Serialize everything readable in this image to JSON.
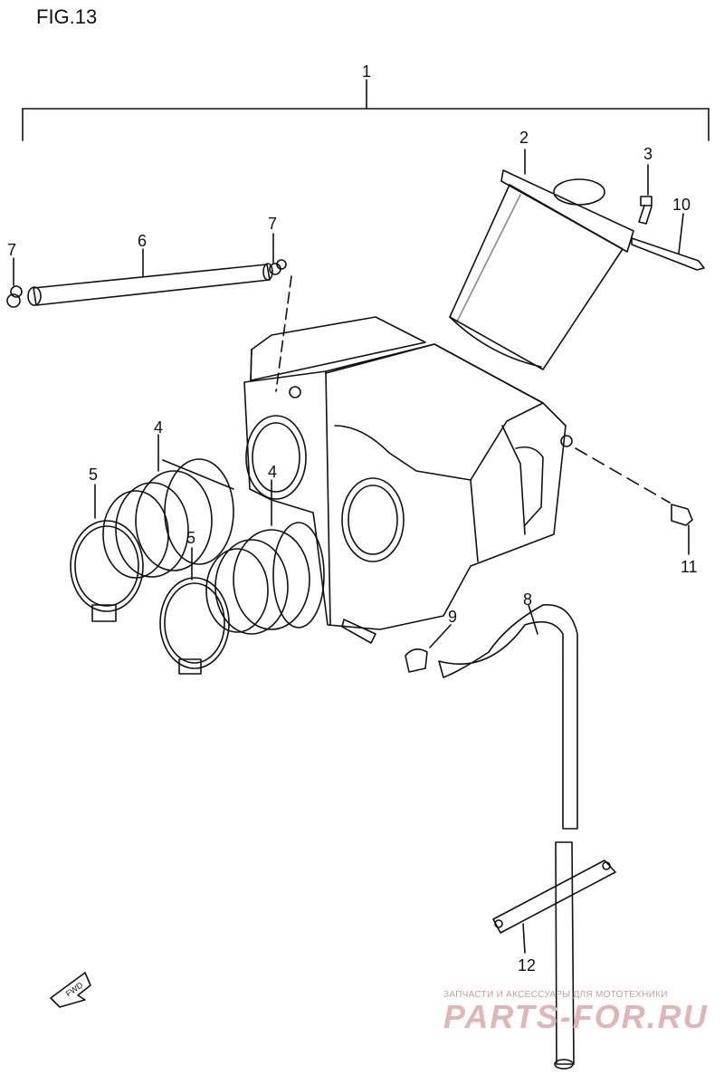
{
  "figure": {
    "title": "FIG.13"
  },
  "callouts": [
    {
      "id": "1",
      "label": "1"
    },
    {
      "id": "2",
      "label": "2"
    },
    {
      "id": "3",
      "label": "3"
    },
    {
      "id": "4a",
      "label": "4"
    },
    {
      "id": "4b",
      "label": "4"
    },
    {
      "id": "5a",
      "label": "5"
    },
    {
      "id": "5b",
      "label": "5"
    },
    {
      "id": "6",
      "label": "6"
    },
    {
      "id": "7a",
      "label": "7"
    },
    {
      "id": "7b",
      "label": "7"
    },
    {
      "id": "8",
      "label": "8"
    },
    {
      "id": "9",
      "label": "9"
    },
    {
      "id": "10",
      "label": "10"
    },
    {
      "id": "11",
      "label": "11"
    },
    {
      "id": "12",
      "label": "12"
    }
  ],
  "direction_marker": {
    "label": "FWD"
  },
  "watermark": {
    "tagline": "ЗАПЧАСТИ И АКСЕССУАРЫ ДЛЯ МОТОТЕХНИКИ",
    "brand": "PARTS-FOR.RU"
  }
}
